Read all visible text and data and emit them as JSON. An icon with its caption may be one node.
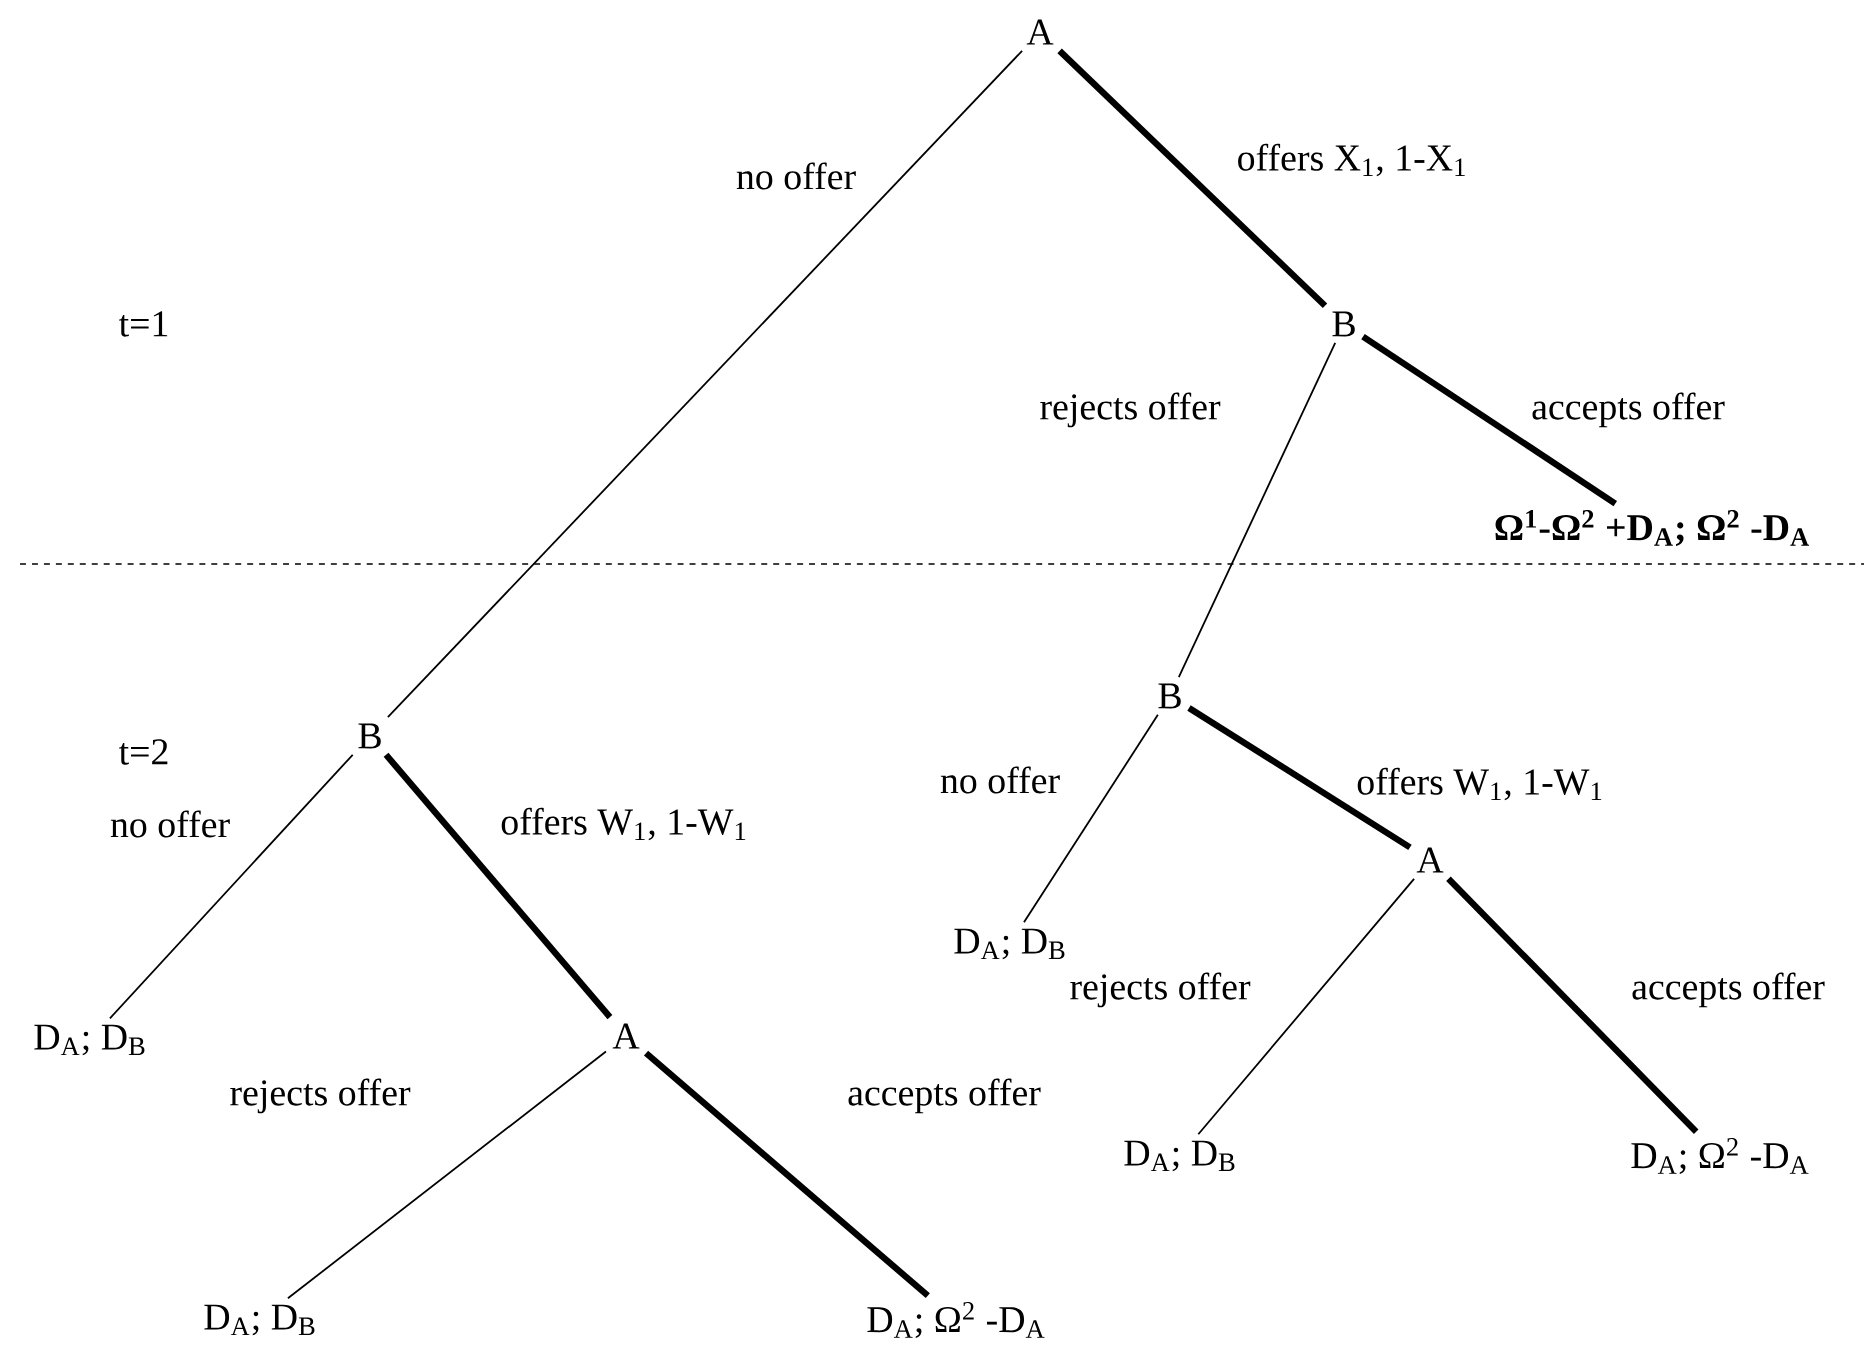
{
  "diagram": {
    "nodes": [
      {
        "text": [
          "A"
        ]
      },
      {
        "text": [
          "B"
        ]
      },
      {
        "text": [
          "Ω$^{1}$-Ω$^{2}$ +D$_{A}$; Ω$^{2}$ -D$_{A}$"
        ]
      },
      {
        "text": [
          "B"
        ]
      },
      {
        "text": [
          "B"
        ]
      },
      {
        "text": [
          "D$_{A}$; D$_{B}$"
        ]
      },
      {
        "text": [
          "A"
        ]
      },
      {
        "text": [
          "D$_{A}$; D$_{B}$"
        ]
      },
      {
        "text": [
          "A"
        ]
      },
      {
        "text": [
          "D$_{A}$; D$_{B}$"
        ]
      },
      {
        "text": [
          "D$_{A}$; Ω$^{2}$ -D$_{A}$"
        ]
      },
      {
        "text": [
          "D$_{A}$; D$_{B}$"
        ]
      },
      {
        "text": [
          "D$_{A}$; Ω$^{2}$ -D$_{A}$"
        ]
      }
    ],
    "edges": [
      {
        "from": 0,
        "to": 3,
        "arrow": "none",
        "label": "no offer"
      },
      {
        "from": 0,
        "to": 1,
        "arrow": "none",
        "label": "offers X$_{1}$, 1-X$_{1}$",
        "style": "thick"
      },
      {
        "from": 1,
        "to": 4,
        "arrow": "none",
        "label": "rejects offer"
      },
      {
        "from": 1,
        "to": 2,
        "arrow": "none",
        "label": "accepts offer",
        "style": "thick"
      },
      {
        "from": 3,
        "to": 5,
        "arrow": "none",
        "label": "no offer"
      },
      {
        "from": 3,
        "to": 6,
        "arrow": "none",
        "label": "offers W$_{1}$, 1-W$_{1}$",
        "style": "thick"
      },
      {
        "from": 6,
        "to": 9,
        "arrow": "none",
        "label": "rejects offer"
      },
      {
        "from": 6,
        "to": 10,
        "arrow": "none",
        "label": "accepts offer",
        "style": "thick"
      },
      {
        "from": 4,
        "to": 7,
        "arrow": "none",
        "label": "no offer"
      },
      {
        "from": 4,
        "to": 8,
        "arrow": "none",
        "label": "offers W$_{1}$, 1-W$_{1}$",
        "style": "thick"
      },
      {
        "from": 8,
        "to": 11,
        "arrow": "none",
        "label": "rejects offer"
      },
      {
        "from": 8,
        "to": 12,
        "arrow": "none",
        "label": "accepts offer",
        "style": "thick"
      }
    ],
    "labels": [
      "t=1",
      "t=2"
    ]
  }
}
